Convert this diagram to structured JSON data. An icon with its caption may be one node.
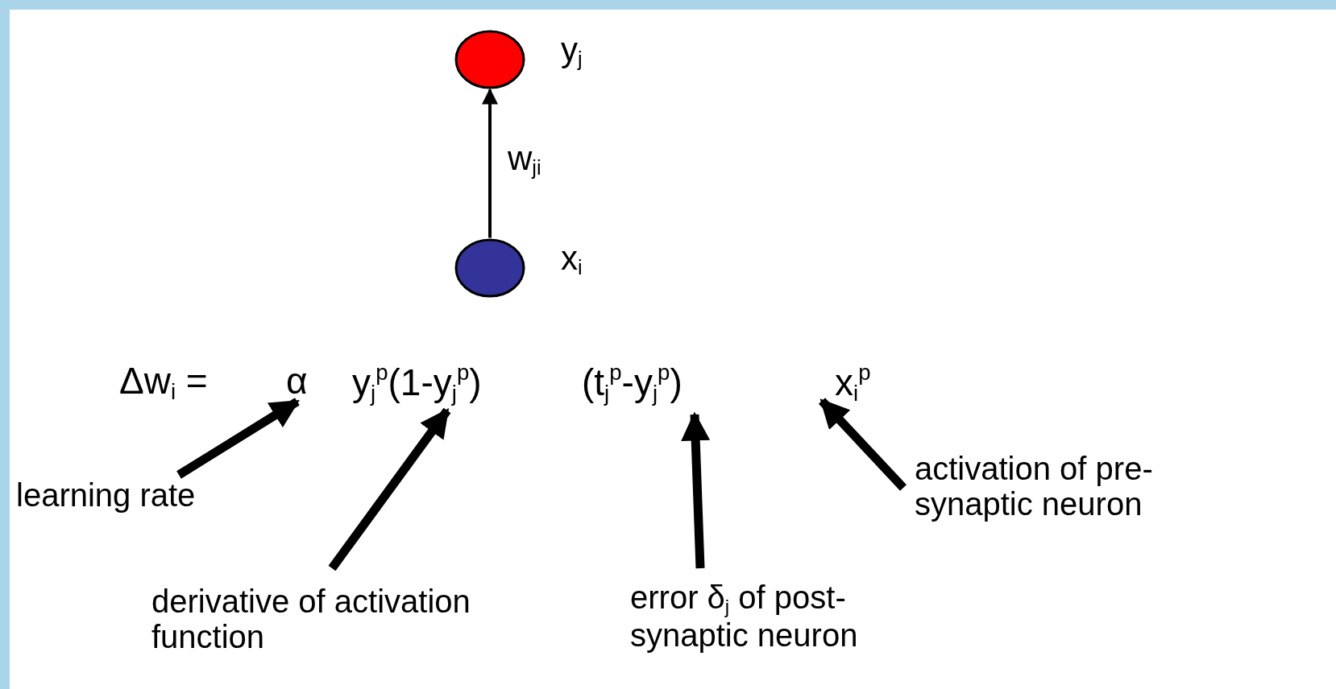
{
  "diagram": {
    "nodes": [
      {
        "text": [],
        "shape": "circle",
        "beside": [
          "y$_{j}$"
        ]
      },
      {
        "text": [],
        "shape": "circle",
        "beside": [
          "x$_{i}$"
        ]
      },
      {
        "text": [
          "α"
        ]
      },
      {
        "text": [
          "y$_{j}$$^{p}$(1-y$_{j}$$^{p}$)"
        ]
      },
      {
        "text": [
          "(t$_{j}$$^{p}$-y$_{j}$$^{p}$)"
        ]
      },
      {
        "text": [
          "x$_{i}$$^{p}$"
        ]
      },
      {
        "text": [
          "learning rate"
        ]
      },
      {
        "text": [
          "derivative of activation function"
        ]
      },
      {
        "text": [
          "error δ$_{j}$ of post-synaptic neuron"
        ]
      },
      {
        "text": [
          "activation of pre-synaptic neuron"
        ]
      }
    ],
    "edges": [
      {
        "from": 1,
        "to": 0,
        "arrow": "to",
        "label": "w$_{ji}$"
      },
      {
        "from": 6,
        "to": 2,
        "arrow": "to"
      },
      {
        "from": 7,
        "to": 3,
        "arrow": "to"
      },
      {
        "from": 8,
        "to": 4,
        "arrow": "to"
      },
      {
        "from": 9,
        "to": 5,
        "arrow": "to"
      }
    ],
    "labels": [
      "Δw$_{i}$ ="
    ]
  }
}
